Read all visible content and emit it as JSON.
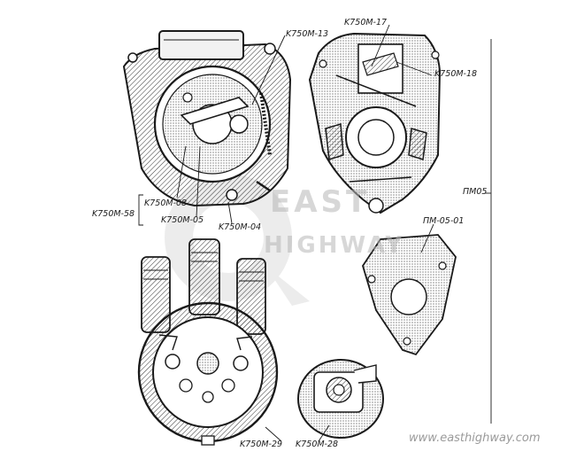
{
  "labels": {
    "k750m_13": "K750M-13",
    "k750m_17": "K750M-17",
    "k750m_18": "K750M-18",
    "k750m_08": "K750M-08",
    "k750m_58": "K750M-58",
    "k750m_05": "K750M-05",
    "k750m_04": "K750M-04",
    "pm_05_01": "ПМ-05-01",
    "pm05": "ПМ05",
    "k750m_29": "K750M-29",
    "k750m_28": "K750M-28"
  },
  "watermark": {
    "line1": "EAST",
    "line2": "HIGHWAY",
    "url": "www.easthighway.com"
  },
  "colors": {
    "ink": "#1a1a1a",
    "watermark": "#b7b7b7"
  }
}
